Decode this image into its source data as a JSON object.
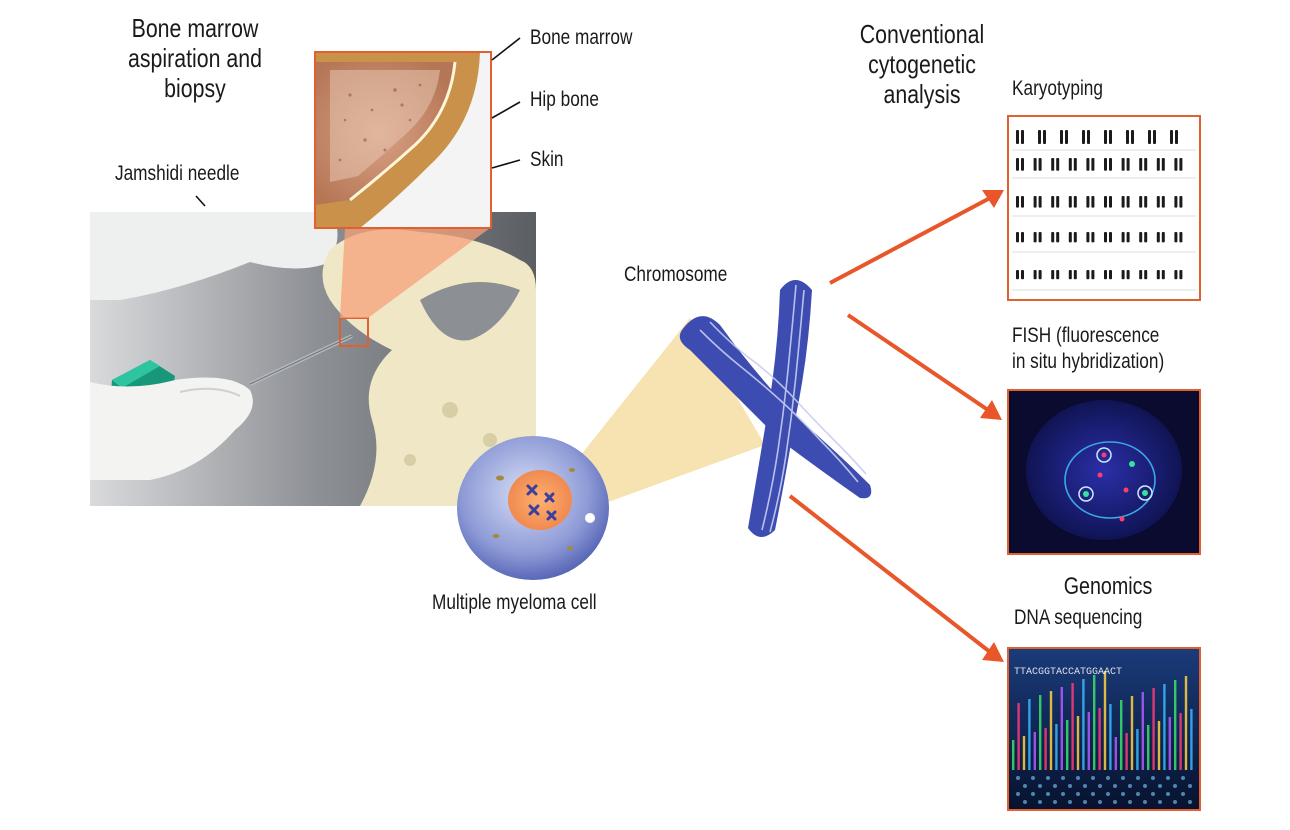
{
  "labels": {
    "procedure_title": "Bone marrow\naspiration and\nbiopsy",
    "needle": "Jamshidi needle",
    "bone_marrow": "Bone marrow",
    "hip_bone": "Hip bone",
    "skin": "Skin",
    "chromosome": "Chromosome",
    "myeloma_cell": "Multiple myeloma cell",
    "conventional": "Conventional\ncytogenetic\nanalysis",
    "karyotyping": "Karyotyping",
    "fish": "FISH (fluorescence\nin situ hybridization)",
    "genomics": "Genomics",
    "dna_sequencing": "DNA sequencing",
    "sequence_letters": "TTACGGTACCATGGAACT"
  },
  "colors": {
    "arrow": "#e8562a",
    "chromosome": "#3d4cb0",
    "inset_border": "#e06030",
    "zoom_cone": "#f5d9a0",
    "fish_background": "#0b0b30"
  },
  "icons": [
    "needle-icon",
    "hand-icon",
    "hip-bone-icon",
    "chromosome-icon",
    "cell-icon"
  ]
}
